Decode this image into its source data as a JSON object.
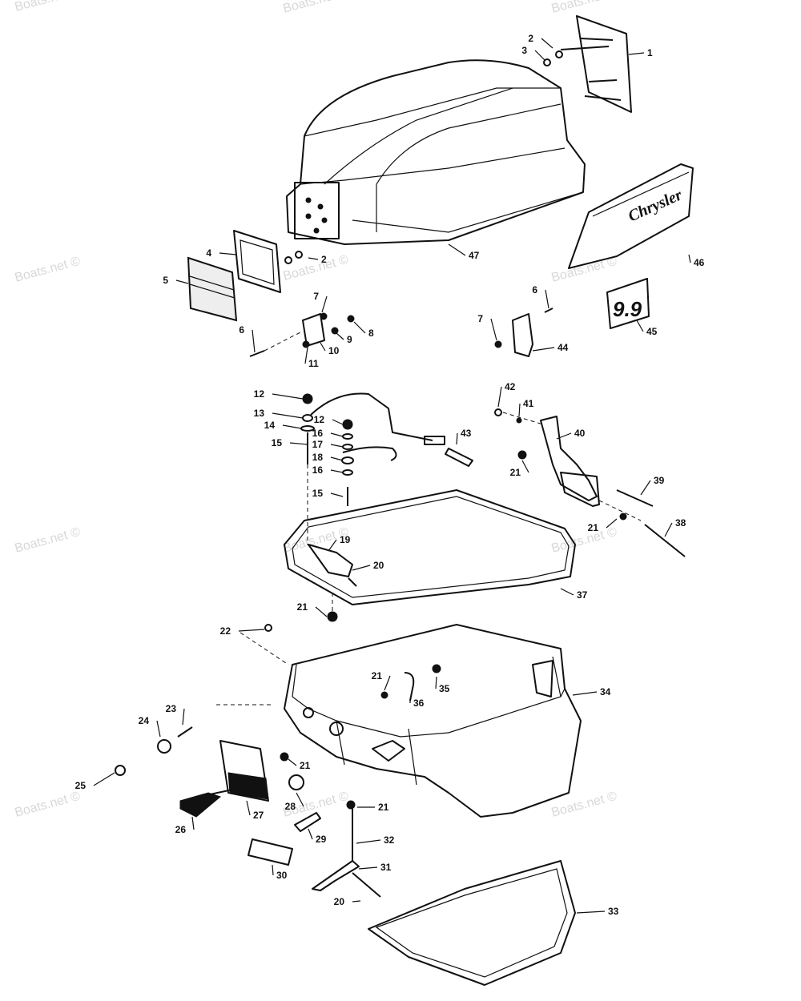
{
  "watermark": "Boats.net ©",
  "badges": {
    "brand": "Chrysler",
    "horsepower": "9.9"
  },
  "callouts": [
    "1",
    "2",
    "3",
    "2",
    "4",
    "5",
    "6",
    "7",
    "8",
    "9",
    "10",
    "11",
    "47",
    "46",
    "6",
    "7",
    "44",
    "45",
    "12",
    "13",
    "14",
    "15",
    "12",
    "16",
    "17",
    "18",
    "16",
    "15",
    "43",
    "42",
    "41",
    "40",
    "21",
    "39",
    "21",
    "38",
    "19",
    "20",
    "37",
    "21",
    "22",
    "21",
    "36",
    "35",
    "34",
    "23",
    "24",
    "25",
    "21",
    "26",
    "27",
    "28",
    "21",
    "29",
    "32",
    "31",
    "30",
    "20",
    "33"
  ]
}
